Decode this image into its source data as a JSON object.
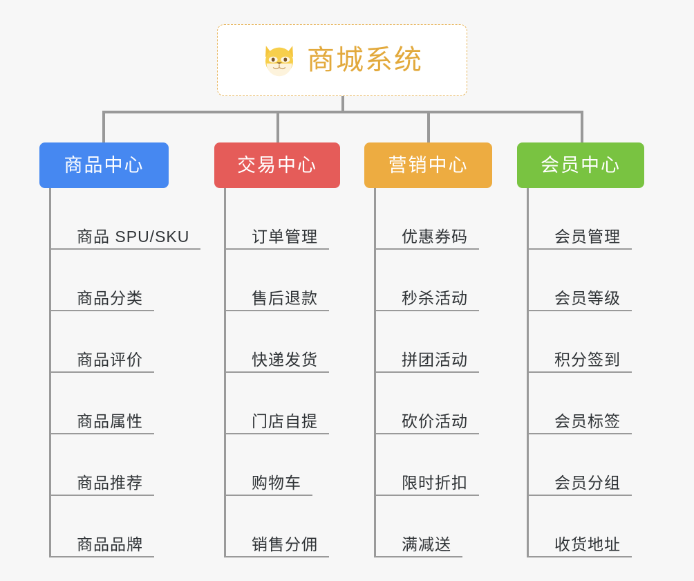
{
  "root": {
    "title": "商城系统",
    "icon": "shiba-dog-face-emoji",
    "border_color": "#e8b760",
    "title_color": "#e2a93c",
    "background": "#ffffff"
  },
  "canvas": {
    "background": "#f7f7f7",
    "connector_color": "#999999"
  },
  "branches": [
    {
      "label": "商品中心",
      "color": "#4688f1",
      "items": [
        "商品 SPU/SKU",
        "商品分类",
        "商品评价",
        "商品属性",
        "商品推荐",
        "商品品牌"
      ]
    },
    {
      "label": "交易中心",
      "color": "#e55c59",
      "items": [
        "订单管理",
        "售后退款",
        "快递发货",
        "门店自提",
        "购物车",
        "销售分佣"
      ]
    },
    {
      "label": "营销中心",
      "color": "#edac41",
      "items": [
        "优惠券码",
        "秒杀活动",
        "拼团活动",
        "砍价活动",
        "限时折扣",
        "满减送"
      ]
    },
    {
      "label": "会员中心",
      "color": "#79c341",
      "items": [
        "会员管理",
        "会员等级",
        "积分签到",
        "会员标签",
        "会员分组",
        "收货地址"
      ]
    }
  ]
}
